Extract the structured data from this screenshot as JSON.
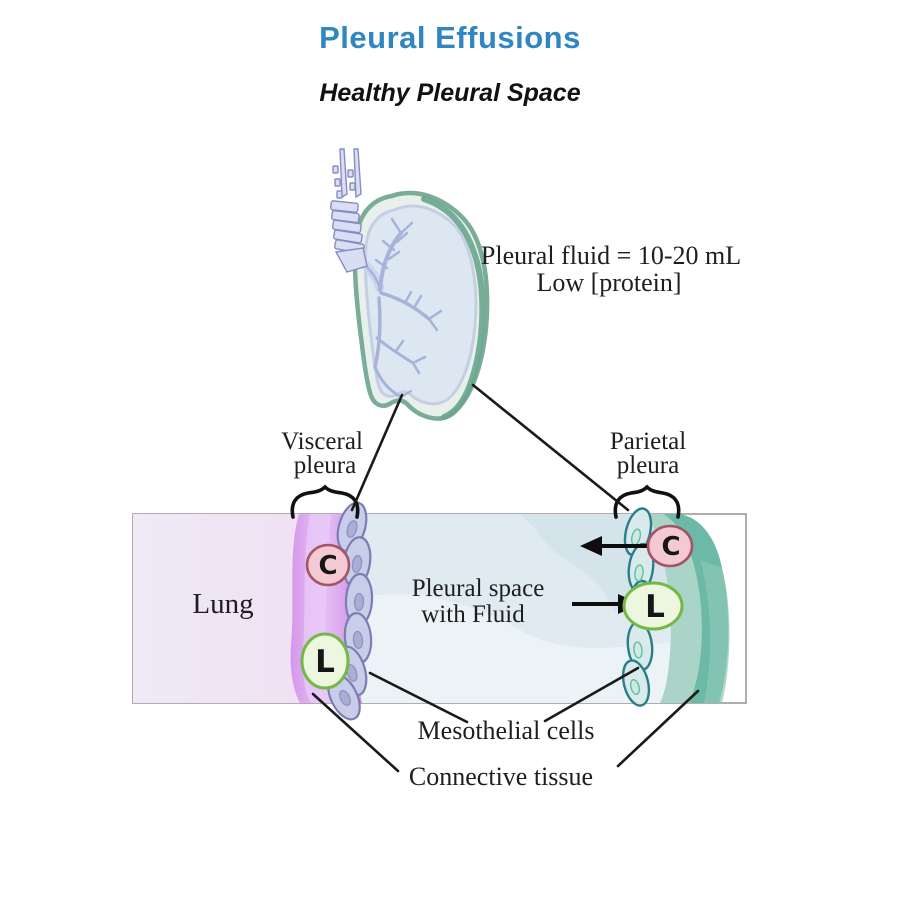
{
  "header": {
    "title": "Pleural Effusions",
    "subtitle": "Healthy Pleural Space",
    "title_color": "#2f86c0"
  },
  "annotations": {
    "fluid_note_line1": "Pleural fluid = 10-20 mL",
    "fluid_note_line2": "Low [protein]",
    "visceral_line1": "Visceral",
    "visceral_line2": "pleura",
    "parietal_line1": "Parietal",
    "parietal_line2": "pleura",
    "lung_label": "Lung",
    "pleural_space_line1": "Pleural space",
    "pleural_space_line2": "with Fluid",
    "mesothelial_label": "Mesothelial cells",
    "connective_label": "Connective tissue"
  },
  "cell_markers": {
    "capillary_letter": "C",
    "lymphatic_letter": "L",
    "c_fill": "#f4c9d3",
    "c_stroke": "#a45463",
    "l_fill": "#edf7e0",
    "l_stroke": "#74b845"
  },
  "colors": {
    "band_border": "#9a9a9a",
    "lung_tissue_left": "#efe9f6",
    "lung_tissue_right": "#f3dbf1",
    "visceral_connective_purple": "#d596ea",
    "visceral_cell_fill": "#c7cce8",
    "visceral_cell_stroke": "#7ب",
    "pleural_fluid": "#e0eaf1",
    "parietal_cell_stroke": "#2b7e89",
    "parietal_cell_fill": "#d8eaeb",
    "parietal_connective_teal": "#6cb9a7",
    "parietal_connective_teal_light": "#a9d4c7",
    "lung_rim_green": "#7bac97",
    "bronchi_purple": "#a8b2da",
    "line_color": "#1a1a1a"
  }
}
